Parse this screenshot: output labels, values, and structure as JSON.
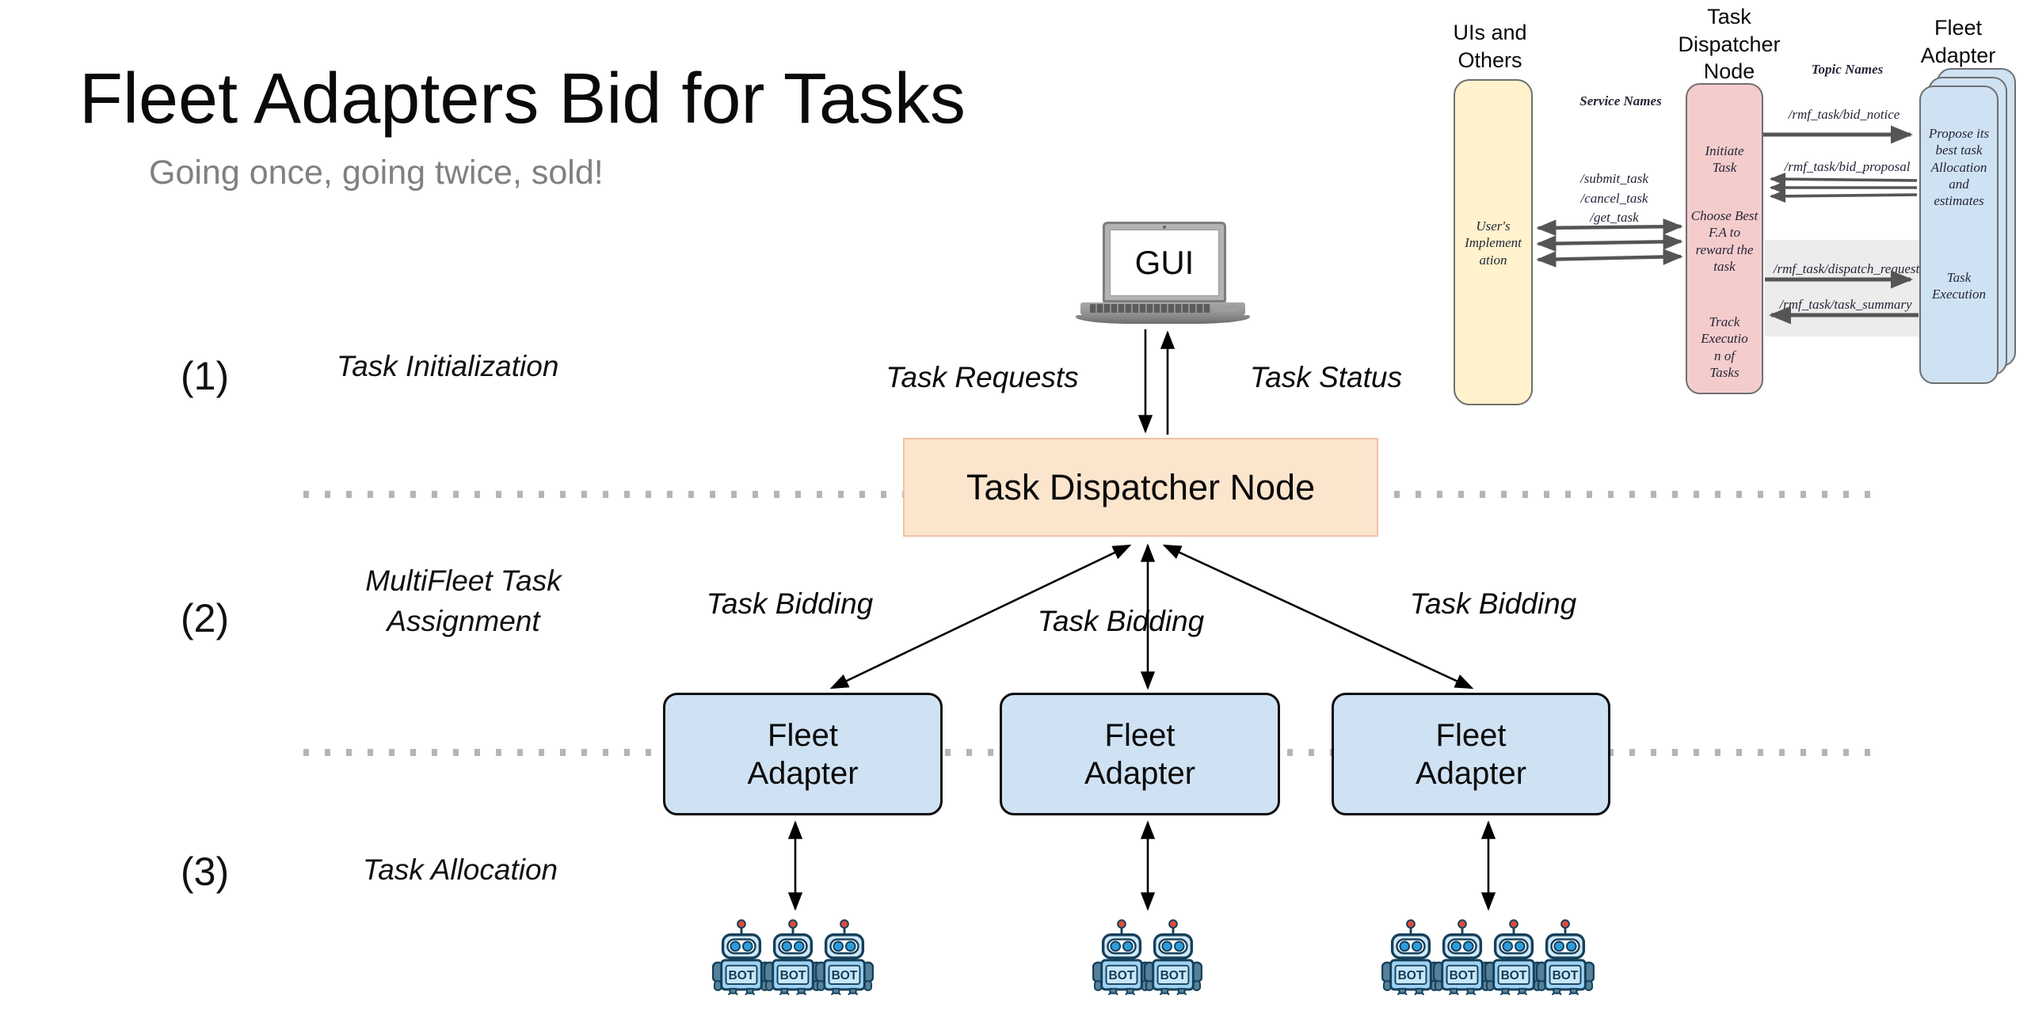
{
  "slide": {
    "title": "Fleet Adapters Bid for Tasks",
    "subtitle": "Going once, going twice, sold!"
  },
  "sections": [
    {
      "number": "(1)",
      "label": "Task Initialization"
    },
    {
      "number": "(2)",
      "label": "MultiFleet Task\nAssignment"
    },
    {
      "number": "(3)",
      "label": "Task Allocation"
    }
  ],
  "main_diagram": {
    "gui_label": "GUI",
    "task_requests_label": "Task Requests",
    "task_status_label": "Task Status",
    "dispatcher_label": "Task Dispatcher Node",
    "bidding_labels": [
      "Task Bidding",
      "Task Bidding",
      "Task Bidding"
    ],
    "fleets": [
      {
        "label": "Fleet\nAdapter",
        "robot_count": 3
      },
      {
        "label": "Fleet\nAdapter",
        "robot_count": 2
      },
      {
        "label": "Fleet\nAdapter",
        "robot_count": 4
      }
    ],
    "robot_label": "BOT"
  },
  "mini_diagram": {
    "headers": [
      "UIs and\nOthers",
      "Task\nDispatcher\nNode",
      "Fleet\nAdapter"
    ],
    "uis_body": "User's\nImplement\nation",
    "dispatcher_body": [
      "Initiate\nTask",
      "Choose Best\nF.A to\nreward the\ntask",
      "Track\nExecutio\nn of\nTasks"
    ],
    "fleet_body": [
      "Propose its\nbest task\nAllocation\nand\nestimates",
      "Task\nExecution"
    ],
    "service_names_label": "Service Names",
    "topic_names_label": "Topic Names",
    "service_labels": "/submit_task\n/cancel_task\n/get_task",
    "topic_labels": [
      "/rmf_task/bid_notice",
      "/rmf_task/bid_proposal",
      "/rmf_task/dispatch_request",
      "/rmf_task/task_summary"
    ]
  },
  "colors": {
    "dispatcher_fill": "#fce5cd",
    "fleet_fill": "#cfe2f3",
    "mini_yellow": "#fff2cc",
    "mini_pink": "#f4cccc",
    "mini_blue": "#cfe2f3",
    "subtitle_gray": "#808080",
    "mini_arrow_gray": "#555555"
  }
}
